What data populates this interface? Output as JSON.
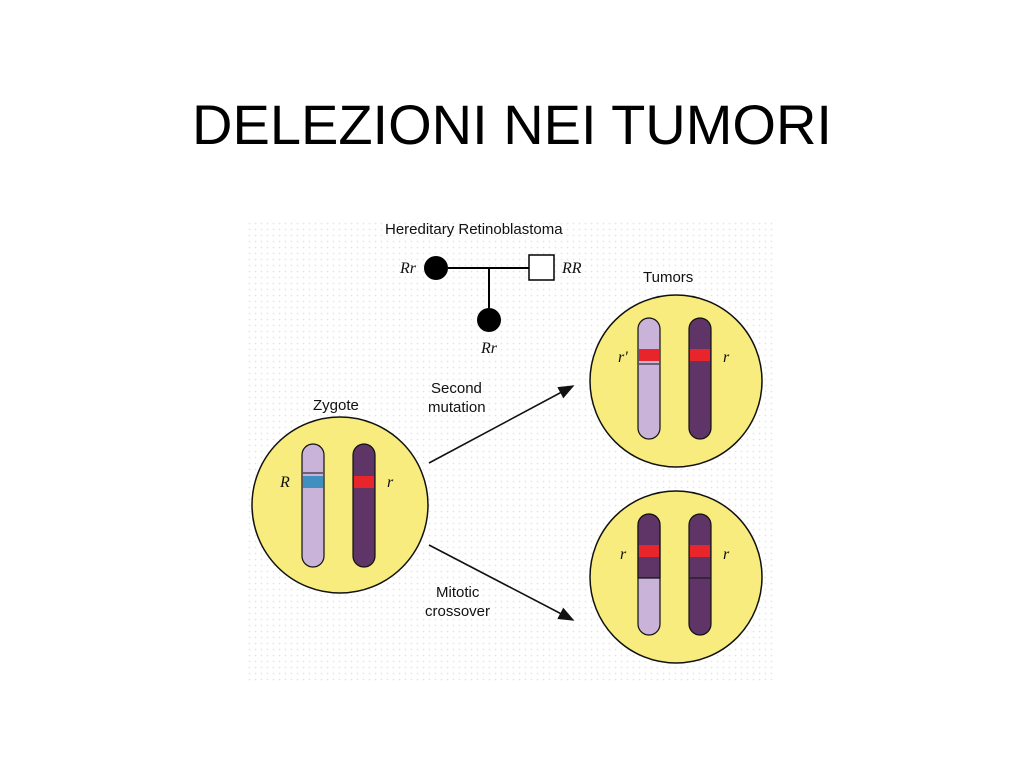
{
  "slide": {
    "title": "DELEZIONI NEI TUMORI"
  },
  "figure": {
    "pedigree": {
      "title": "Hereditary Retinoblastoma",
      "mother_genotype": "Rr",
      "father_genotype": "RR",
      "child_genotype": "Rr"
    },
    "zygote": {
      "label": "Zygote",
      "allele_left": "R",
      "allele_right": "r"
    },
    "arrows": {
      "top_label_1": "Second",
      "top_label_2": "mutation",
      "bottom_label_1": "Mitotic",
      "bottom_label_2": "crossover"
    },
    "tumors": {
      "label": "Tumors",
      "top": {
        "allele_left": "r'",
        "allele_right": "r"
      },
      "bottom": {
        "allele_left": "r",
        "allele_right": "r"
      }
    },
    "colors": {
      "cell": "#f7ec7d",
      "light_chromosome": "#c9b3d9",
      "dark_chromosome": "#5e3566",
      "R_band": "#3f8fc0",
      "r_band": "#e8252a",
      "background_dots": "#dfe8f2"
    }
  }
}
